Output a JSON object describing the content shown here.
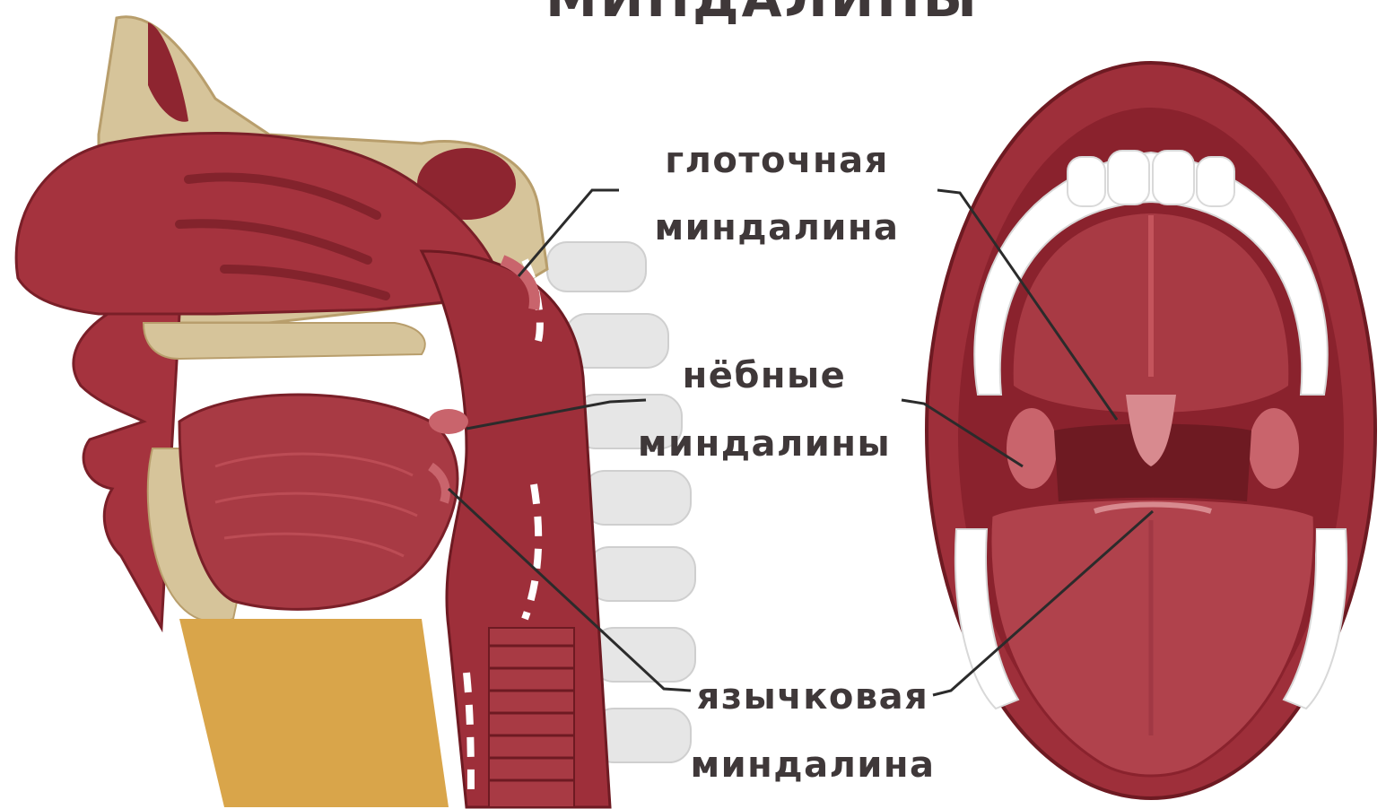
{
  "title": "МИНДАЛИНЫ",
  "labels": {
    "pharyngeal": {
      "line1": "глоточная",
      "line2": "миндалина"
    },
    "palatine": {
      "line1": "нёбные",
      "line2": "миндалины"
    },
    "lingual": {
      "line1": "язычковая",
      "line2": "миндалина"
    }
  },
  "colors": {
    "tissue": "#9e2f3a",
    "tissue_light": "#c4545c",
    "tissue_dark": "#6e1a22",
    "bone": "#d6c49a",
    "bone_dark": "#b89e6c",
    "spine": "#e3e3e3",
    "teeth": "#ffffff",
    "esophagus": "#d9a54a"
  }
}
